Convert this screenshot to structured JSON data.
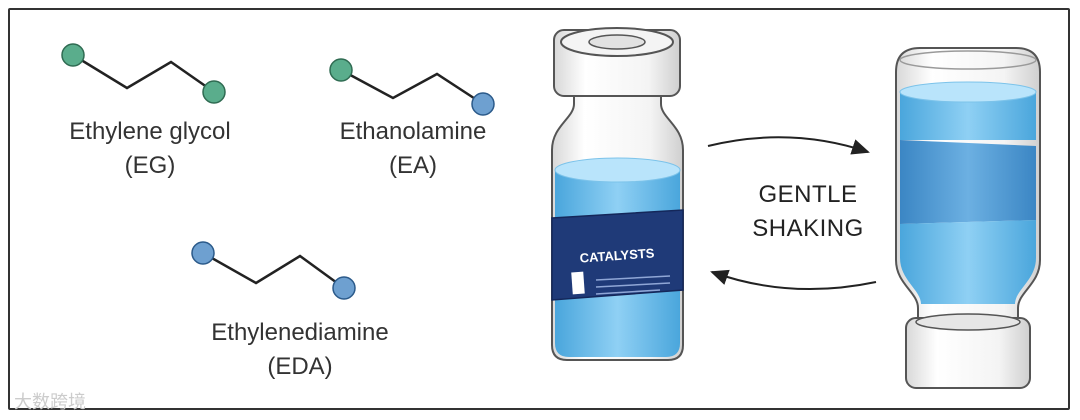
{
  "molecules": [
    {
      "name": "Ethylene glycol",
      "abbr": "(EG)",
      "end_a": "#5aad8c",
      "end_b": "#5aad8c"
    },
    {
      "name": "Ethanolamine",
      "abbr": "(EA)",
      "end_a": "#5aad8c",
      "end_b": "#6ea0d0"
    },
    {
      "name": "Ethylenediamine",
      "abbr": "(EDA)",
      "end_a": "#6ea0d0",
      "end_b": "#6ea0d0"
    }
  ],
  "vial": {
    "label": "CATALYSTS",
    "liquid_color": "#6fbce8",
    "label_color": "#1f3a78"
  },
  "process": {
    "line1": "GENTLE",
    "line2": "SHAKING"
  },
  "watermark": "大数跨境"
}
